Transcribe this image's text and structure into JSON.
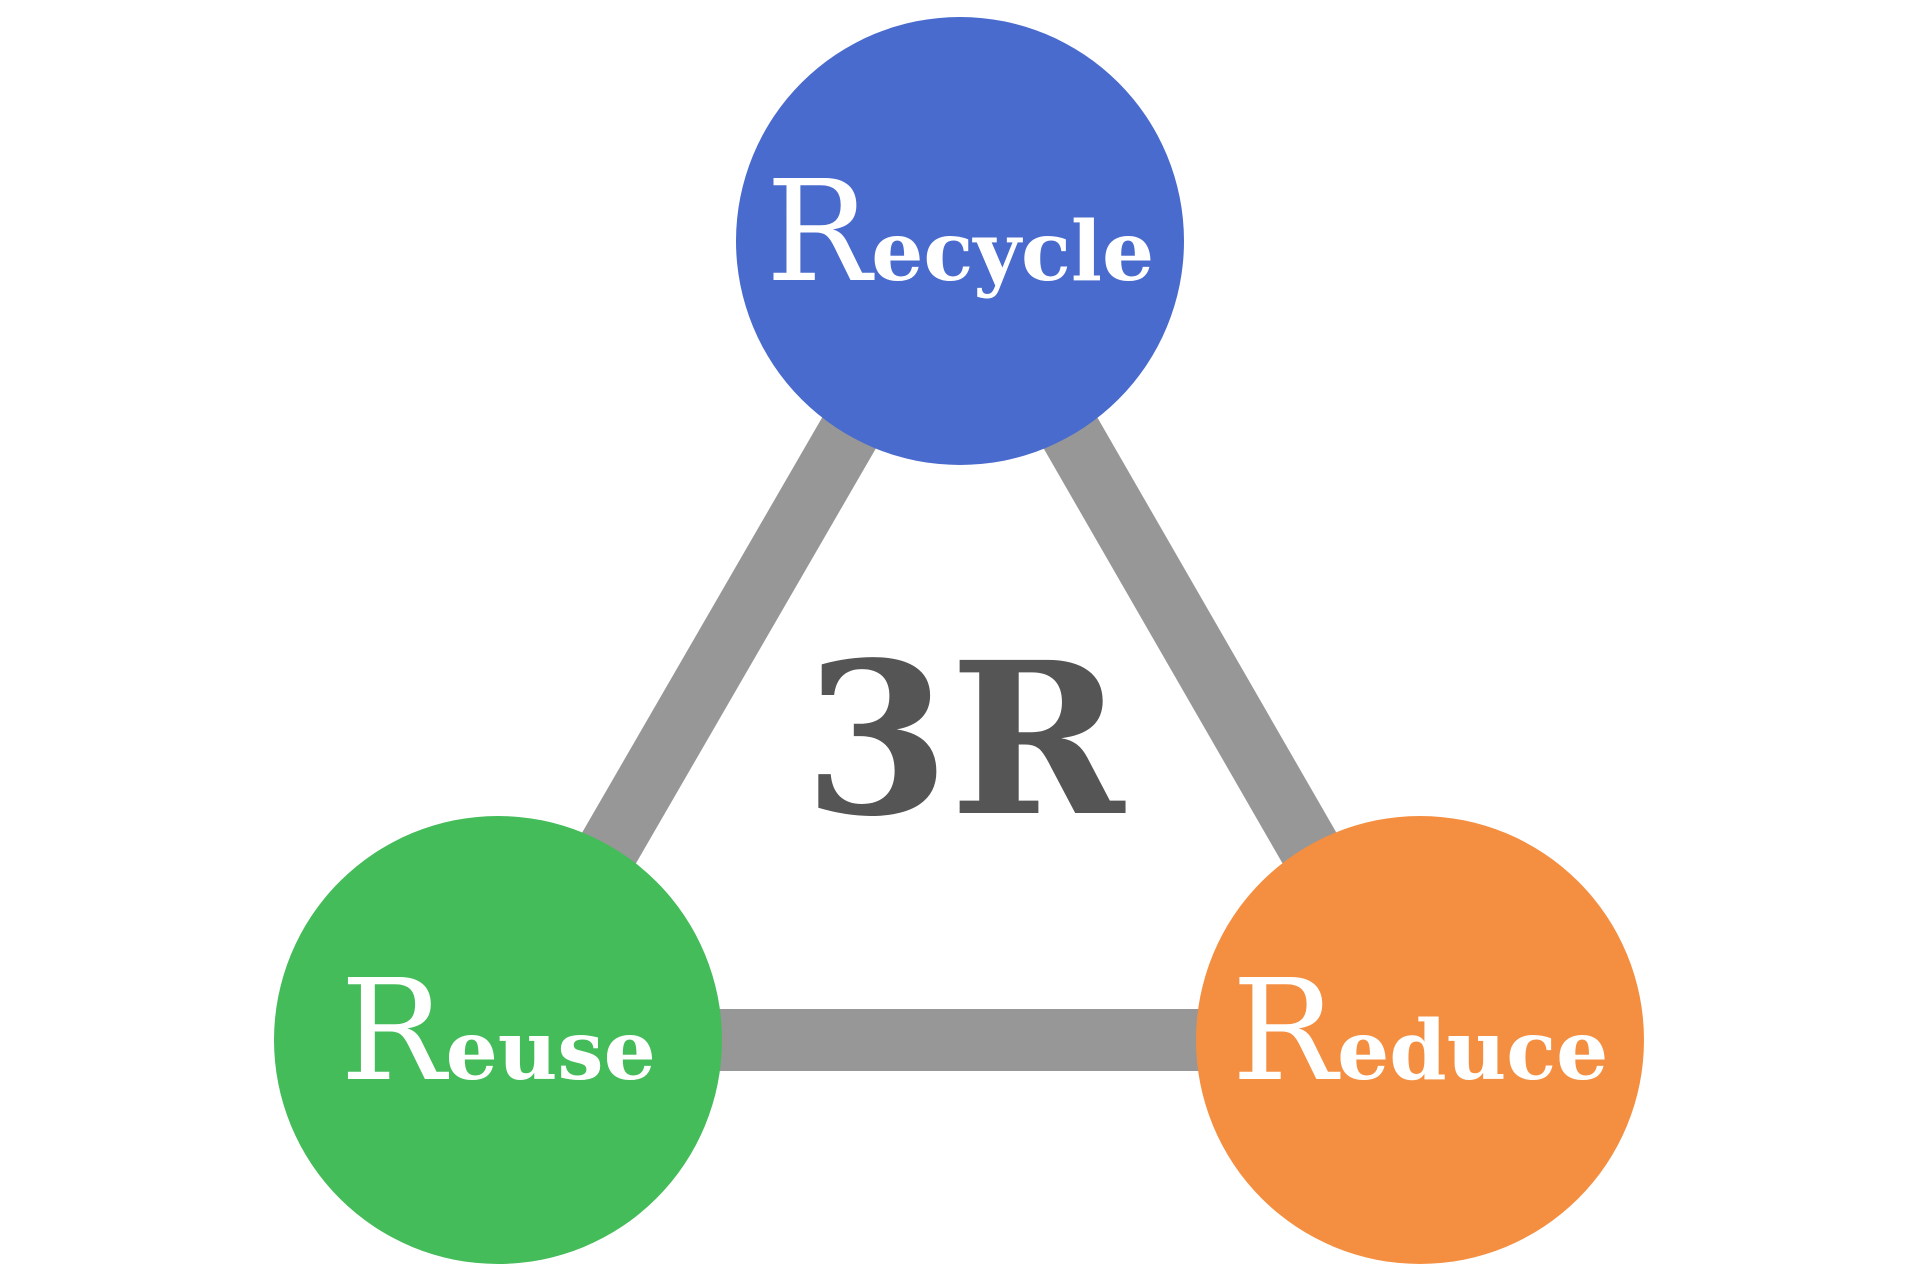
{
  "diagram": {
    "title": "3R",
    "connector_color": "#979797",
    "title_color": "#555555",
    "nodes": [
      {
        "id": "recycle",
        "label": "Recycle",
        "initial": "R",
        "rest": "ecycle",
        "color": "#4A6BCE",
        "position": "top"
      },
      {
        "id": "reuse",
        "label": "Reuse",
        "initial": "R",
        "rest": "euse",
        "color": "#45BC5A",
        "position": "bottom-left"
      },
      {
        "id": "reduce",
        "label": "Reduce",
        "initial": "R",
        "rest": "educe",
        "color": "#F48F41",
        "position": "bottom-right"
      }
    ],
    "edges": [
      {
        "from": "recycle",
        "to": "reuse"
      },
      {
        "from": "recycle",
        "to": "reduce"
      },
      {
        "from": "reuse",
        "to": "reduce"
      }
    ]
  }
}
